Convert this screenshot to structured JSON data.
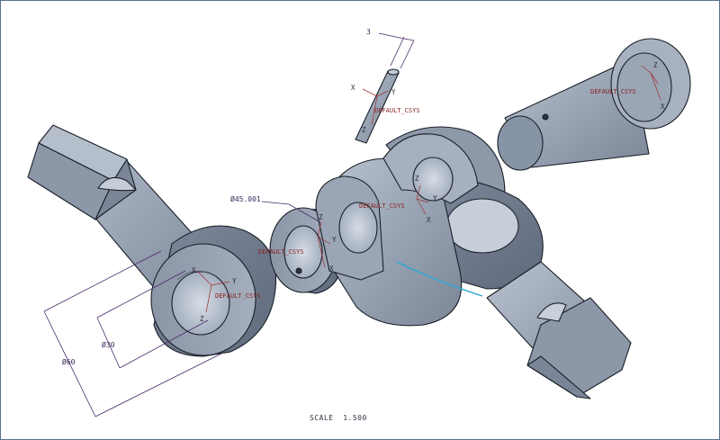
{
  "window": {
    "frame_color": "#5a6f8f"
  },
  "colors": {
    "part_light": "#a9b3c2",
    "part_mid": "#8f9aab",
    "part_dark": "#6f7a8c",
    "dimension": "#4a2a6a",
    "csys": "#a03030",
    "highlight_edge": "#2aa8d8"
  },
  "annotations": {
    "dim_pin_width": "3",
    "dim_ring_diameter": "Ø45.001",
    "dim_hole_diameter": "Ø30",
    "dim_outer_diameter": "Ø60",
    "scale_text": "SCALE  1.500"
  },
  "csys_labels": {
    "pin": "DEFAULT_CSYS",
    "shaft_right": "DEFAULT_CSYS",
    "ring": "DEFAULT_CSYS",
    "collar": "DEFAULT_CSYS",
    "yoke": "DEFAULT_CSYS"
  },
  "axis_letters": {
    "x": "X",
    "y": "Y",
    "z": "Z"
  }
}
